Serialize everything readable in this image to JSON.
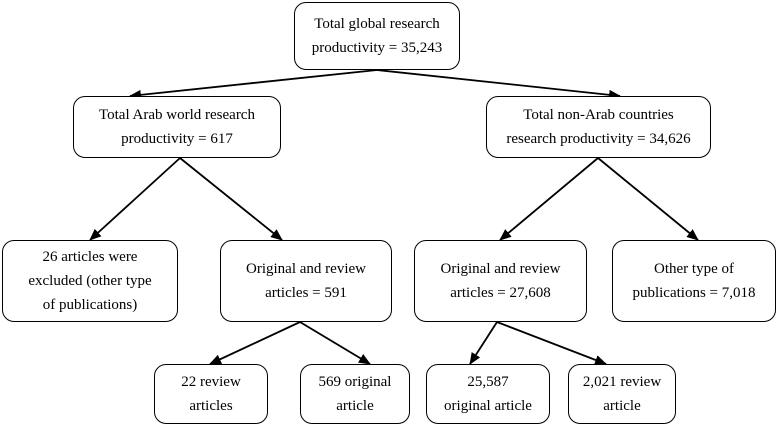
{
  "diagram": {
    "nodes": {
      "global": [
        "Total global research",
        "productivity = 35,243"
      ],
      "arab": [
        "Total Arab world research",
        "productivity = 617"
      ],
      "nonarab": [
        "Total non-Arab countries",
        "research productivity = 34,626"
      ],
      "excluded": [
        "26 articles were",
        "excluded (other type",
        "of publications)"
      ],
      "arab_orig_review": [
        "Original and review",
        "articles = 591"
      ],
      "nonarab_orig_review": [
        "Original and review",
        "articles = 27,608"
      ],
      "other_type": [
        "Other  type of",
        "publications = 7,018"
      ],
      "arab_review": [
        "22 review",
        "articles"
      ],
      "arab_original": [
        "569 original",
        "article"
      ],
      "nonarab_original": [
        "25,587",
        "original article"
      ],
      "nonarab_review": [
        "2,021 review",
        "article"
      ]
    },
    "edges": [
      [
        "global",
        "arab"
      ],
      [
        "global",
        "nonarab"
      ],
      [
        "arab",
        "excluded"
      ],
      [
        "arab",
        "arab_orig_review"
      ],
      [
        "nonarab",
        "nonarab_orig_review"
      ],
      [
        "nonarab",
        "other_type"
      ],
      [
        "arab_orig_review",
        "arab_review"
      ],
      [
        "arab_orig_review",
        "arab_original"
      ],
      [
        "nonarab_orig_review",
        "nonarab_original"
      ],
      [
        "nonarab_orig_review",
        "nonarab_review"
      ]
    ]
  }
}
